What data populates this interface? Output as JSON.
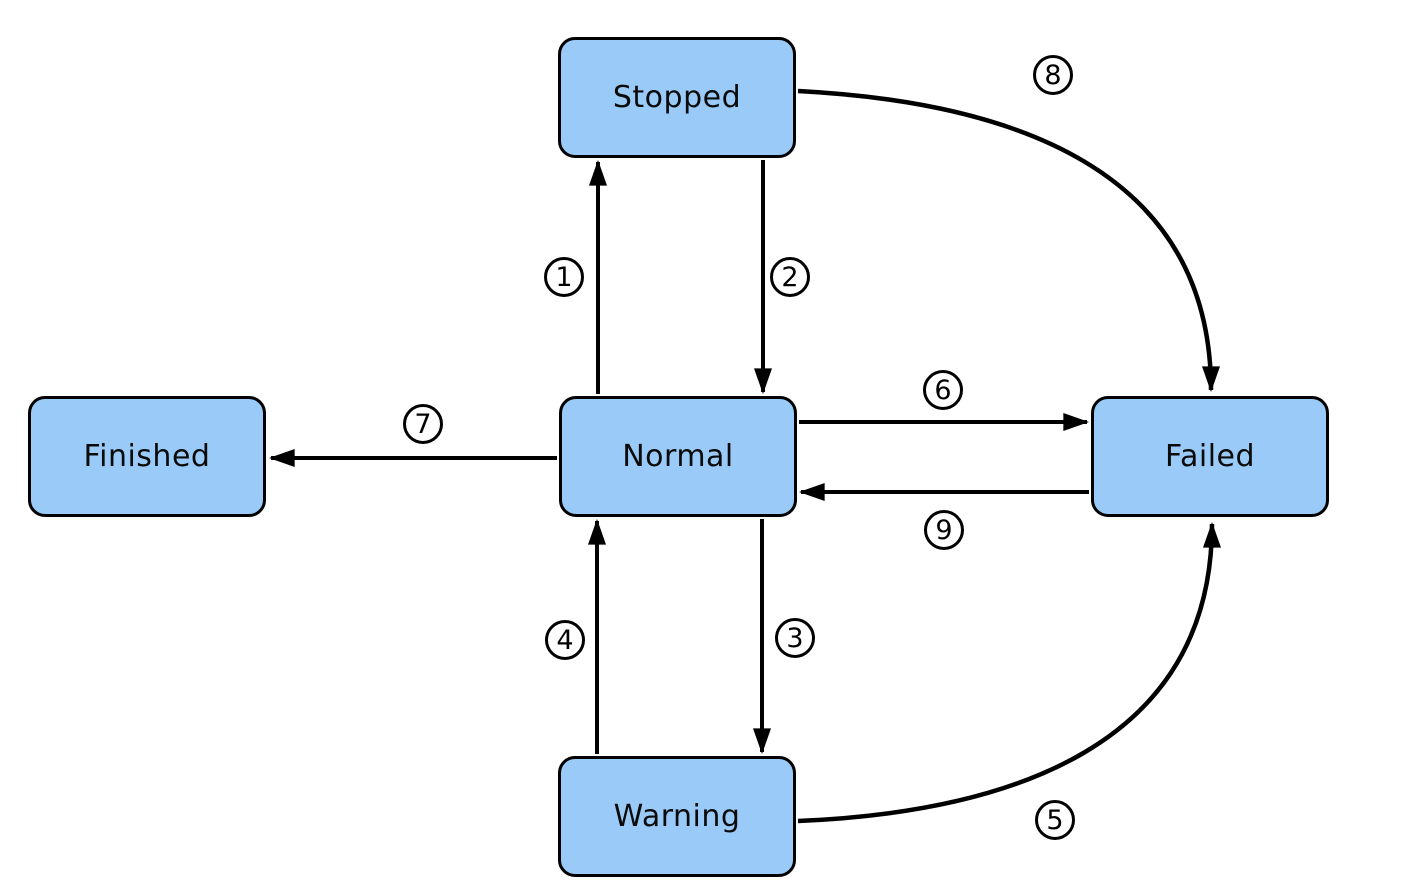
{
  "diagram": {
    "type": "state-transition-diagram",
    "background_color": "#ffffff",
    "node_fill_color": "#9acaf8",
    "node_border_color": "#000000",
    "arrow_color": "#000000",
    "nodes": [
      {
        "id": "stopped",
        "label": "Stopped"
      },
      {
        "id": "finished",
        "label": "Finished"
      },
      {
        "id": "normal",
        "label": "Normal"
      },
      {
        "id": "failed",
        "label": "Failed"
      },
      {
        "id": "warning",
        "label": "Warning"
      }
    ],
    "edges": [
      {
        "label": "1",
        "from": "Normal",
        "to": "Stopped",
        "shape": "straight"
      },
      {
        "label": "2",
        "from": "Stopped",
        "to": "Normal",
        "shape": "straight"
      },
      {
        "label": "3",
        "from": "Normal",
        "to": "Warning",
        "shape": "straight"
      },
      {
        "label": "4",
        "from": "Warning",
        "to": "Normal",
        "shape": "straight"
      },
      {
        "label": "5",
        "from": "Warning",
        "to": "Failed",
        "shape": "curved"
      },
      {
        "label": "6",
        "from": "Normal",
        "to": "Failed",
        "shape": "straight"
      },
      {
        "label": "7",
        "from": "Normal",
        "to": "Finished",
        "shape": "straight"
      },
      {
        "label": "8",
        "from": "Stopped",
        "to": "Failed",
        "shape": "curved"
      },
      {
        "label": "9",
        "from": "Failed",
        "to": "Normal",
        "shape": "straight"
      }
    ]
  }
}
